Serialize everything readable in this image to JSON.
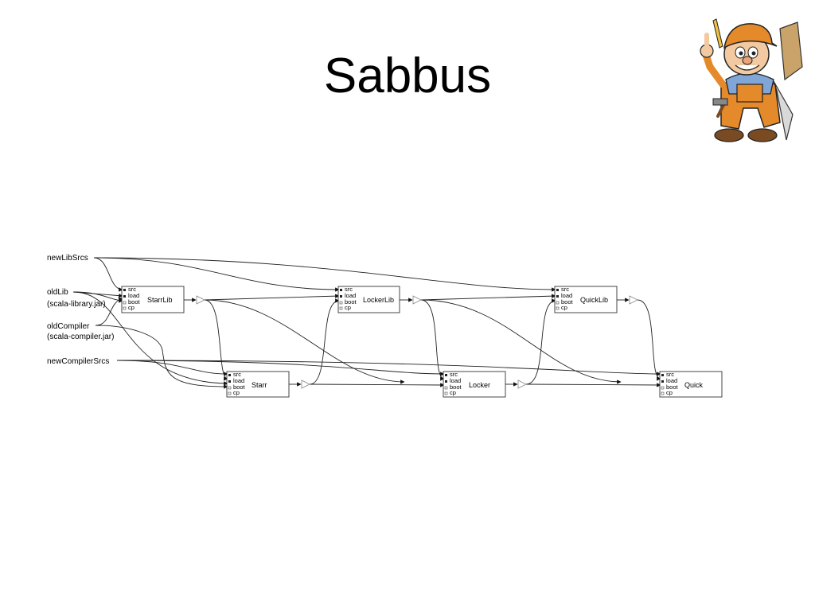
{
  "slide": {
    "title": "Sabbus"
  },
  "inputs": {
    "newLibSrcs": "newLibSrcs",
    "oldLib": "oldLib",
    "oldLibJar": "(scala-library.jar)",
    "oldCompiler": "oldCompiler",
    "oldCompilerJar": "(scala-compiler.jar)",
    "newCompilerSrcs": "newCompilerSrcs"
  },
  "ports": {
    "src": "src",
    "load": "load",
    "boot": "boot",
    "cp": "cp"
  },
  "nodes": {
    "starrlib": "StarrLib",
    "lockerlib": "LockerLib",
    "quicklib": "QuickLib",
    "starr": "Starr",
    "locker": "Locker",
    "quick": "Quick"
  },
  "mascot_icon": "cartoon-carpenter-icon"
}
